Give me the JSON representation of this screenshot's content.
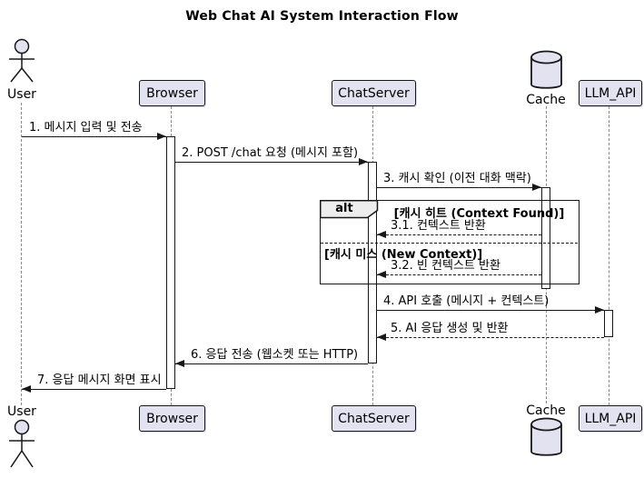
{
  "title": "Web Chat AI System Interaction Flow",
  "colors": {
    "participant_fill": "#E2E2F0",
    "border": "#181818",
    "lifeline": "#8a8a8a",
    "frame_header_fill": "#EEEEEE",
    "background": "#FFFFFF"
  },
  "participants": {
    "user": {
      "label": "User",
      "type": "actor"
    },
    "browser": {
      "label": "Browser",
      "type": "box"
    },
    "chatserver": {
      "label": "ChatServer",
      "type": "box"
    },
    "cache": {
      "label": "Cache",
      "type": "database"
    },
    "llm": {
      "label": "LLM_API",
      "type": "box"
    }
  },
  "messages": [
    {
      "label": "1. 메시지 입력 및 전송",
      "from": "User",
      "to": "Browser",
      "style": "solid"
    },
    {
      "label": "2. POST /chat 요청 (메시지 포함)",
      "from": "Browser",
      "to": "ChatServer",
      "style": "solid"
    },
    {
      "label": "3. 캐시 확인 (이전 대화 맥락)",
      "from": "ChatServer",
      "to": "Cache",
      "style": "solid"
    },
    {
      "label": "3.1. 컨텍스트 반환",
      "from": "Cache",
      "to": "ChatServer",
      "style": "dashed"
    },
    {
      "label": "3.2. 빈 컨텍스트 반환",
      "from": "Cache",
      "to": "ChatServer",
      "style": "dashed"
    },
    {
      "label": "4. API 호출 (메시지 + 컨텍스트)",
      "from": "ChatServer",
      "to": "LLM_API",
      "style": "solid"
    },
    {
      "label": "5. AI 응답 생성 및 반환",
      "from": "LLM_API",
      "to": "ChatServer",
      "style": "dashed"
    },
    {
      "label": "6. 응답 전송 (웹소켓 또는 HTTP)",
      "from": "ChatServer",
      "to": "Browser",
      "style": "solid"
    },
    {
      "label": "7. 응답 메시지 화면 표시",
      "from": "Browser",
      "to": "User",
      "style": "solid"
    }
  ],
  "alt_frame": {
    "operator": "alt",
    "condition_hit": "[캐시 히트 (Context Found)]",
    "condition_miss": "[캐시 미스 (New Context)]"
  }
}
